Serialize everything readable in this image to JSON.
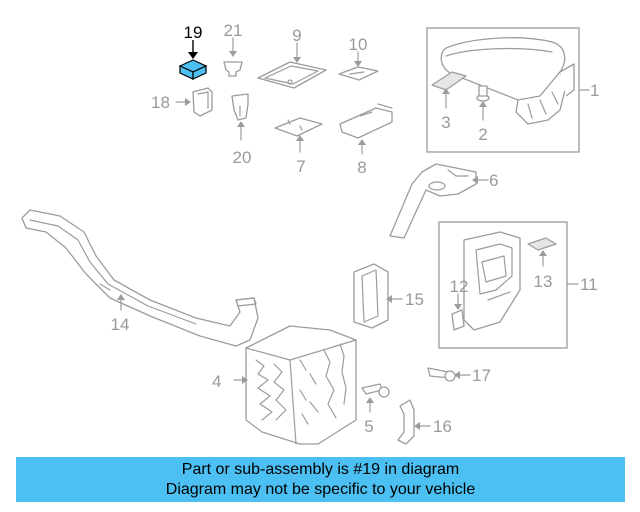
{
  "diagram": {
    "highlight_color": "#4cc0f3",
    "part_numbers": [
      "19",
      "21",
      "9",
      "10",
      "1",
      "18",
      "3",
      "2",
      "20",
      "7",
      "8",
      "6",
      "14",
      "15",
      "11",
      "12",
      "13",
      "4",
      "17",
      "5",
      "16"
    ]
  },
  "banner": {
    "line1": "Part or sub-assembly is #19 in diagram",
    "line2": "Diagram may not be specific to your vehicle"
  }
}
